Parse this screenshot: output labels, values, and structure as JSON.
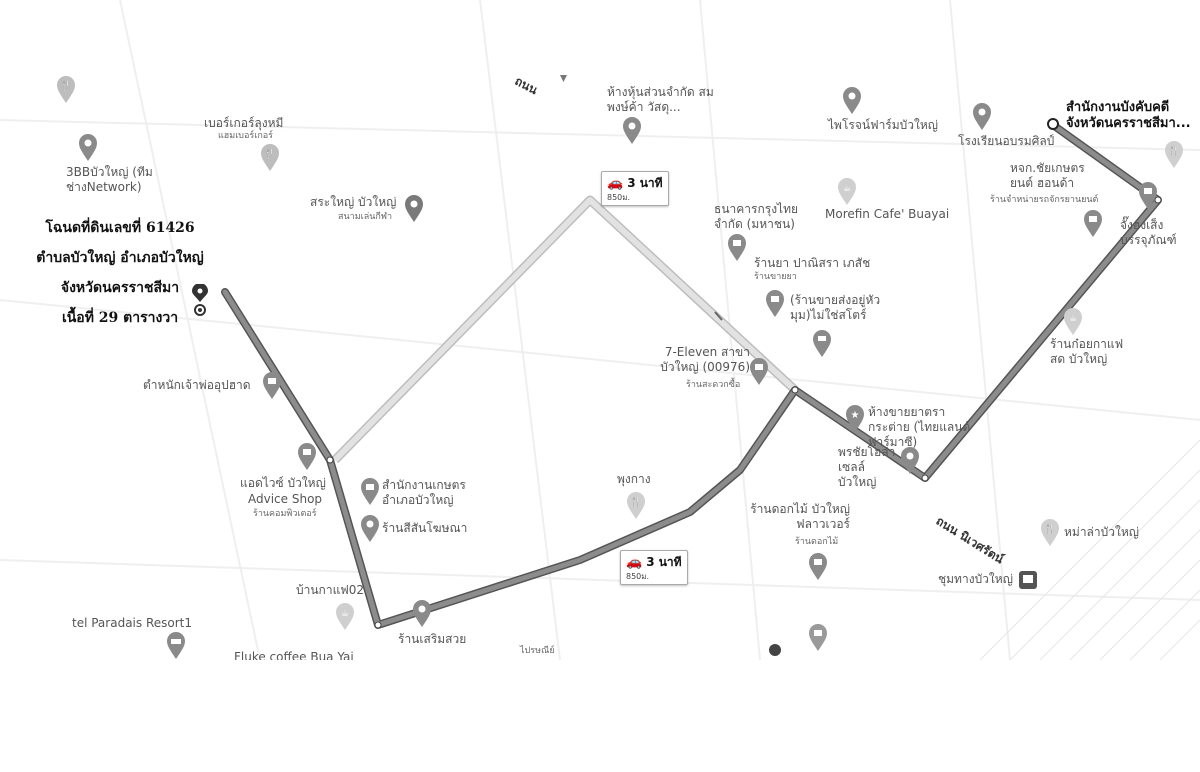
{
  "title_block": {
    "line1": "โฉนดที่ดินเลขที่ 61426",
    "line2": "ตำบลบัวใหญ่ อำเภอบัวใหญ่",
    "line3": "จังหวัดนครราชสีมา",
    "line4": "เนื้อที่ 29 ตารางวา"
  },
  "destination": {
    "line1": "สำนักงานบังคับคดี",
    "line2": "จังหวัดนครราชสีมา..."
  },
  "eta_boxes": [
    {
      "time": "3 นาที",
      "distance": "850ม."
    },
    {
      "time": "3 นาที",
      "distance": "850ม."
    }
  ],
  "roads": {
    "road_nivet": "ถนน นิเวศรัตน์",
    "road_top": "ถนน"
  },
  "pois": {
    "bbb": "3BBบัวใหญ่ (ทีม ช่างNetwork)",
    "burger": "เบอร์เกอร์ลุงหมี",
    "burger_sub": "แฮมเบอร์เกอร์",
    "store_partnership": "ห้างหุ้นส่วนจำกัด สมพงษ์ค้า วัสดุ...",
    "sa_yai": "สระใหญ่ บัวใหญ่",
    "sa_yai_sub": "สนามเล่นกีฬา",
    "bank": "ธนาคารกรุงไทย จำกัด (มหาชน)",
    "pharmacy": "ร้านยา ปาณิสรา เภสัช",
    "pharmacy_sub": "ร้านขายยา",
    "wholesale": "(ร้านขายส่งอยู่หัว มุม)ไม่ใช่สโตร์",
    "seven": "7-Eleven สาขา บัวใหญ่ (00976)",
    "seven_sub": "ร้านสะดวกซื้อ",
    "chao_pho": "ตำหนักเจ้าพ่ออุปฮาด",
    "advice": "แอดไวซ์ บัวใหญ่",
    "advice_en": "Advice Shop",
    "advice_sub": "ร้านคอมพิวเตอร์",
    "agri_office": "สำนักงานเกษตร อำเภอบัวใหญ่",
    "sign_shop": "ร้านสีสันโฆษณา",
    "phukang": "พุงกาง",
    "coffee02": "บ้านกาแฟ02",
    "paradais": "tel Paradais Resort1",
    "fluke": "Fluke coffee Bua Yai",
    "salon": "ร้านเสริมสวย",
    "post": "ไปรษณีย์",
    "flower": "ร้านดอกไม้ บัวใหญ่ฟลาวเวอร์",
    "flower_sub": "ร้านดอกไม้",
    "transit": "ชุมทางบัวใหญ่",
    "thai_landfarm": "ห้างขายยาตรากระต่าย (ไทยแลนด์ฟาร์มาซี)",
    "phornchai": "พรชัยโฮล่า เซลล์บัวใหญ่",
    "coffee_shop": "ร้านก๋อยกาแฟ สด บัวใหญ่",
    "moufin": "Morefin Cafe' Buayai",
    "pai_farm": "ไพโรจน์ฟาร์มบัวใหญ่",
    "training": "โรงเรียนอบรมศิลป์",
    "hokor": "หจก.ชัยเกษตร ยนต์ ฮอนด้า",
    "hokor_sub": "ร้านจำหน่ายรถจักรยานยนต์",
    "ladda": "จั๊งฮงเส็ง บรรจุภัณฑ์",
    "namtao": "หม่าล่าบัวใหญ่"
  },
  "colors": {
    "route_main": "#6a6a6a",
    "route_alt": "#d3d3d3",
    "pin": "#8a8a8a",
    "origin_pin": "#333333"
  }
}
